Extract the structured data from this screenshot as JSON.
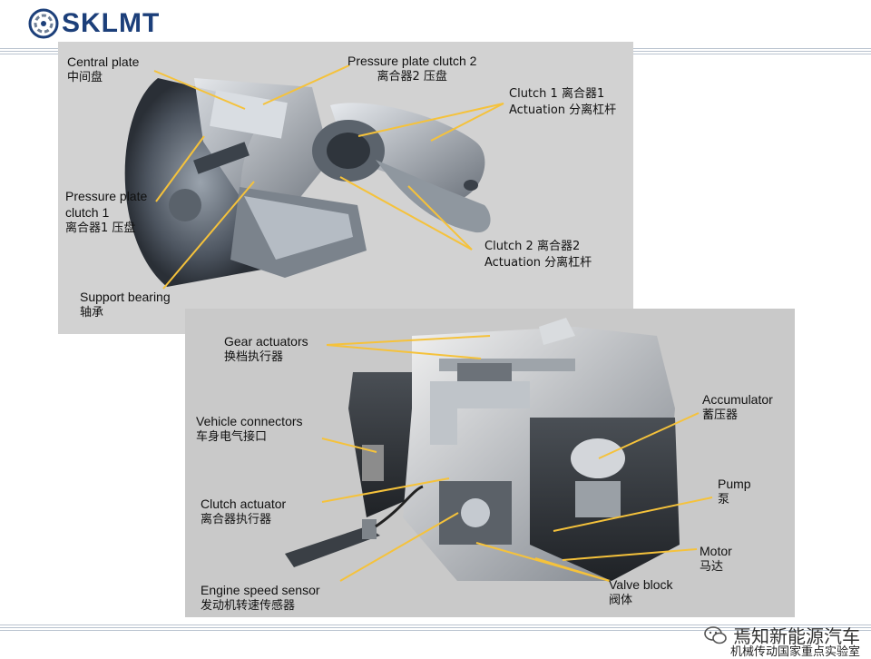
{
  "brand": {
    "logo_text": "SKLMT"
  },
  "top_labels": {
    "central_plate": {
      "en": "Central plate",
      "cn": "中间盘"
    },
    "pressure_plate_2": {
      "en": "Pressure plate clutch 2",
      "cn": "离合器2 压盘"
    },
    "clutch1_actuation": {
      "en1": "Clutch 1 离合器1",
      "en2": "Actuation 分离杠杆"
    },
    "pressure_plate_1": {
      "en1": "Pressure plate",
      "en2": "clutch 1",
      "cn": "离合器1 压盘"
    },
    "clutch2_actuation": {
      "en1": "Clutch 2 离合器2",
      "en2": "Actuation 分离杠杆"
    },
    "support_bearing": {
      "en": "Support bearing",
      "cn": "轴承"
    }
  },
  "bottom_labels": {
    "gear_actuators": {
      "en": "Gear actuators",
      "cn": "换档执行器"
    },
    "vehicle_connectors": {
      "en": "Vehicle connectors",
      "cn": "车身电气接口"
    },
    "clutch_actuator": {
      "en": "Clutch actuator",
      "cn": "离合器执行器"
    },
    "engine_speed_sensor": {
      "en": "Engine speed sensor",
      "cn": "发动机转速传感器"
    },
    "accumulator": {
      "en": "Accumulator",
      "cn": "蓄压器"
    },
    "pump": {
      "en": "Pump",
      "cn": "泵"
    },
    "motor": {
      "en": "Motor",
      "cn": "马达"
    },
    "valve_block": {
      "en": "Valve block",
      "cn": "阀体"
    }
  },
  "watermark": {
    "name": "焉知新能源汽车",
    "lab": "机械传动国家重点实验室"
  },
  "colors": {
    "leader": "#f5c23b",
    "panel": "#cfcfcf",
    "logo": "#1c3f7a"
  }
}
